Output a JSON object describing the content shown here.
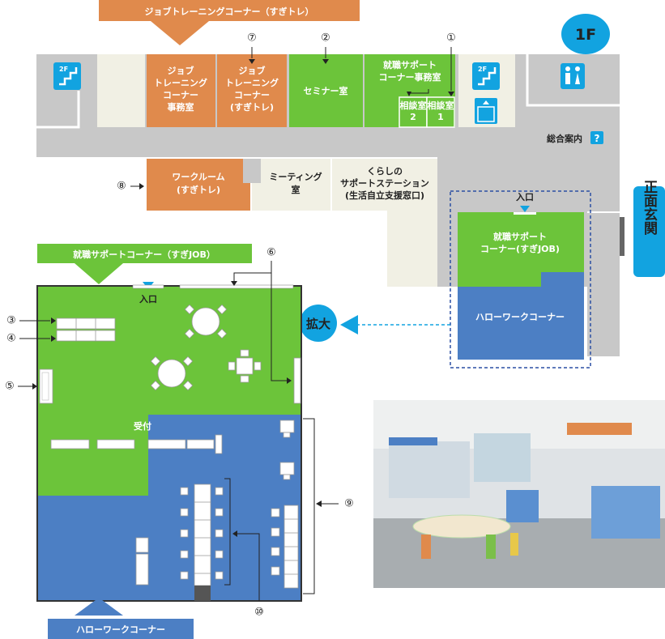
{
  "banners": {
    "job_training_corner": "ジョブトレーニングコーナー（すぎトレ）",
    "floor": "1F",
    "support_corner": "就職サポートコーナー（すぎJOB）",
    "hellowork_corner": "ハローワークコーナー",
    "main_entrance": "正面玄関",
    "enlarge": "拡大"
  },
  "rooms": {
    "jt_office": [
      "ジョブ",
      "トレーニング",
      "コーナー",
      "事務室"
    ],
    "jt_corner": [
      "ジョブ",
      "トレーニング",
      "コーナー",
      "(すぎトレ)"
    ],
    "seminar": "セミナー室",
    "support_office": [
      "就職サポート",
      "コーナー事務室"
    ],
    "consult2": [
      "相談室",
      "2"
    ],
    "consult1": [
      "相談室",
      "1"
    ],
    "info_desk": "総合案内",
    "work_room": [
      "ワークルーム",
      "(すぎトレ)"
    ],
    "meeting": [
      "ミーティング",
      "室"
    ],
    "life_support": [
      "くらしの",
      "サポートステーション",
      "(生活自立支援窓口)"
    ],
    "entrance": "入口",
    "support_corner_room": [
      "就職サポート",
      "コーナー(すぎJOB)"
    ],
    "hellowork_room": "ハローワークコーナー",
    "reception": "受付",
    "enlarged_entrance": "入口"
  },
  "markers": [
    "①",
    "②",
    "③",
    "④",
    "⑤",
    "⑥",
    "⑦",
    "⑧",
    "⑨",
    "⑩"
  ],
  "icons": {
    "stairs": "2F",
    "info": "?"
  },
  "colors": {
    "orange": "#e08a4c",
    "green": "#6cc43a",
    "blue": "#4c7fc4",
    "gray": "#c8c8c8",
    "cream": "#f1f0e4",
    "cyan": "#12a3e0"
  }
}
